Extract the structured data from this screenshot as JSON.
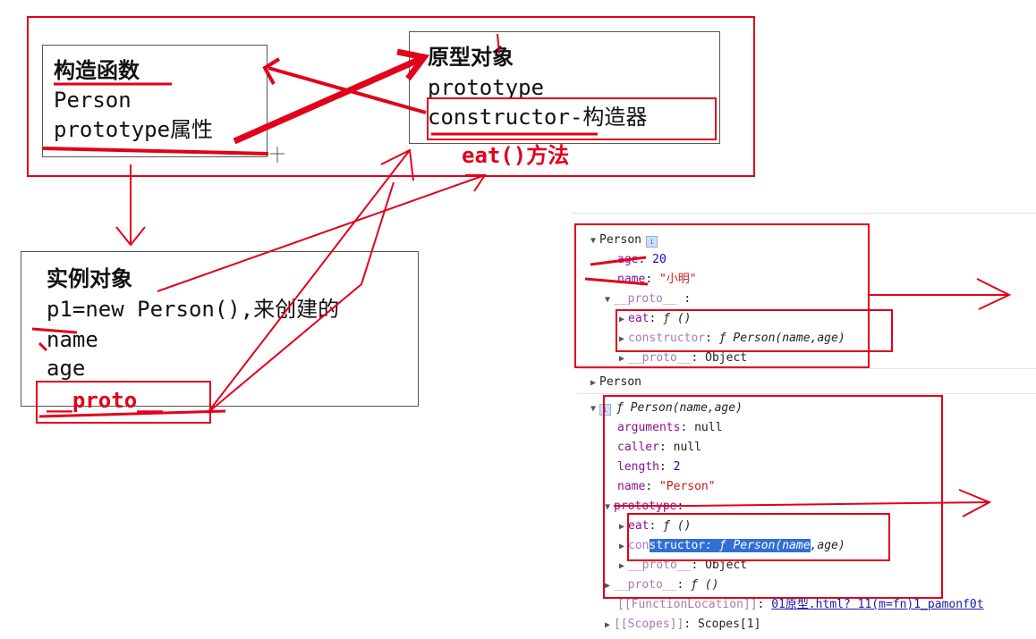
{
  "constructor_box": {
    "title": "构造函数",
    "name": "Person",
    "prototype_attr": "prototype属性"
  },
  "prototype_box": {
    "title": "原型对象",
    "prototype": "prototype",
    "constructor": "constructor-构造器",
    "method": "eat()方法"
  },
  "instance_box": {
    "title": "实例对象",
    "creation": "p1=new Person(),来创建的",
    "field1": "name",
    "field2": "age",
    "proto": "__proto__"
  },
  "console1": {
    "header": "Person",
    "age_key": "age",
    "age_val": "20",
    "name_key": "name",
    "name_val": "\"小明\"",
    "proto_key": "__proto__",
    "proto_suffix": ":",
    "eat_key": "eat",
    "eat_val": "ƒ ()",
    "ctor_key": "constructor",
    "ctor_val": "ƒ Person(name,age)",
    "inner_proto_key": "__proto__",
    "inner_proto_val": "Object"
  },
  "console_mid": {
    "label": "Person"
  },
  "console2": {
    "header": "ƒ Person(name,age)",
    "arguments_key": "arguments",
    "arguments_val": "null",
    "caller_key": "caller",
    "caller_val": "null",
    "length_key": "length",
    "length_val": "2",
    "name_key": "name",
    "name_val": "\"Person\"",
    "prototype_key": "prototype",
    "eat_key": "eat",
    "eat_val": "ƒ ()",
    "ctor_key_a": "con",
    "ctor_key_b": "structor",
    "ctor_val_a": ": ƒ Person(name",
    "ctor_val_b": ",age)",
    "inner_proto_key": "__proto__",
    "inner_proto_val": "Object",
    "fn_proto_key": "__proto__",
    "fn_proto_val": "ƒ ()",
    "fnloc_key": "[[FunctionLocation]]",
    "fnloc_val": "01原型.html? 11(m=fn)1_pamonf0t",
    "scopes_key": "[[Scopes]]",
    "scopes_val": "Scopes[1]"
  },
  "colors": {
    "annotation_red": "#e2001a",
    "selection": "#2f6fd6"
  }
}
